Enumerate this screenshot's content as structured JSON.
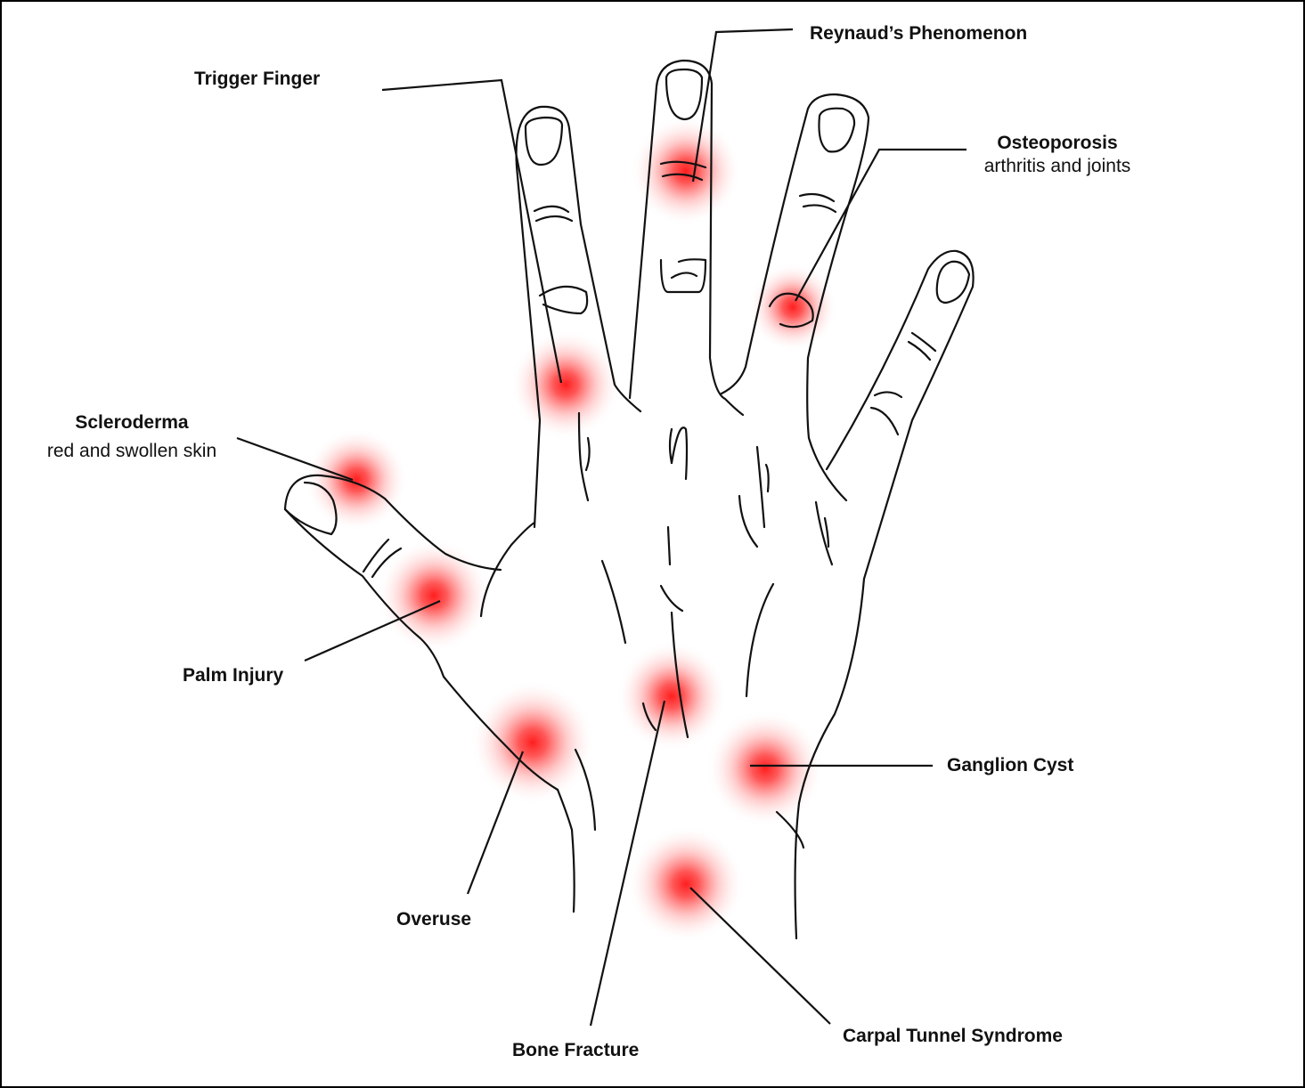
{
  "labels": {
    "reynauds": {
      "title": "Reynaud’s Phenomenon"
    },
    "trigger_finger": {
      "title": "Trigger Finger"
    },
    "osteoporosis": {
      "title": "Osteoporosis",
      "subtitle": "arthritis and joints"
    },
    "scleroderma": {
      "title": "Scleroderma",
      "subtitle": "red and swollen skin"
    },
    "palm_injury": {
      "title": "Palm Injury"
    },
    "ganglion_cyst": {
      "title": "Ganglion Cyst"
    },
    "overuse": {
      "title": "Overuse"
    },
    "bone_fracture": {
      "title": "Bone Fracture"
    },
    "carpal_tunnel": {
      "title": "Carpal Tunnel Syndrome"
    }
  },
  "colors": {
    "hotspot": "#ff1e1e",
    "outline": "#111111",
    "background": "#ffffff"
  }
}
